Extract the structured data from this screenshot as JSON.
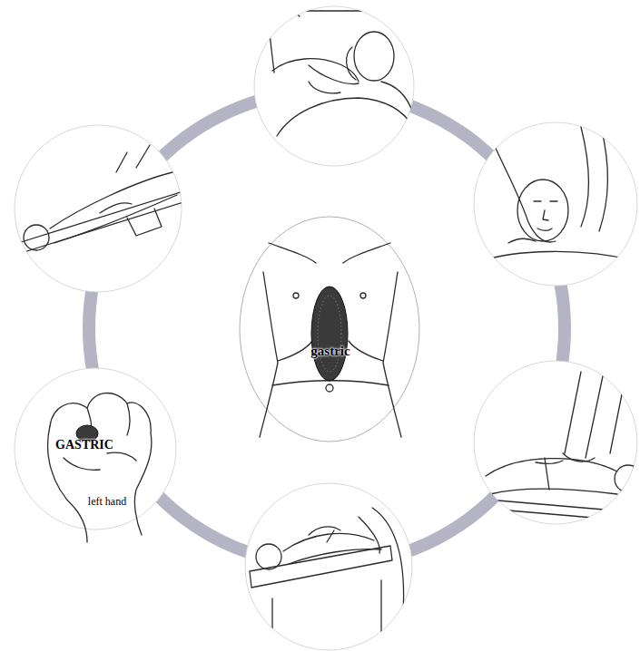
{
  "diagram": {
    "nodes": [
      {
        "text": [
          "gastric"
        ]
      },
      {
        "text": [
          "GASTRIC",
          "left hand"
        ]
      }
    ]
  }
}
